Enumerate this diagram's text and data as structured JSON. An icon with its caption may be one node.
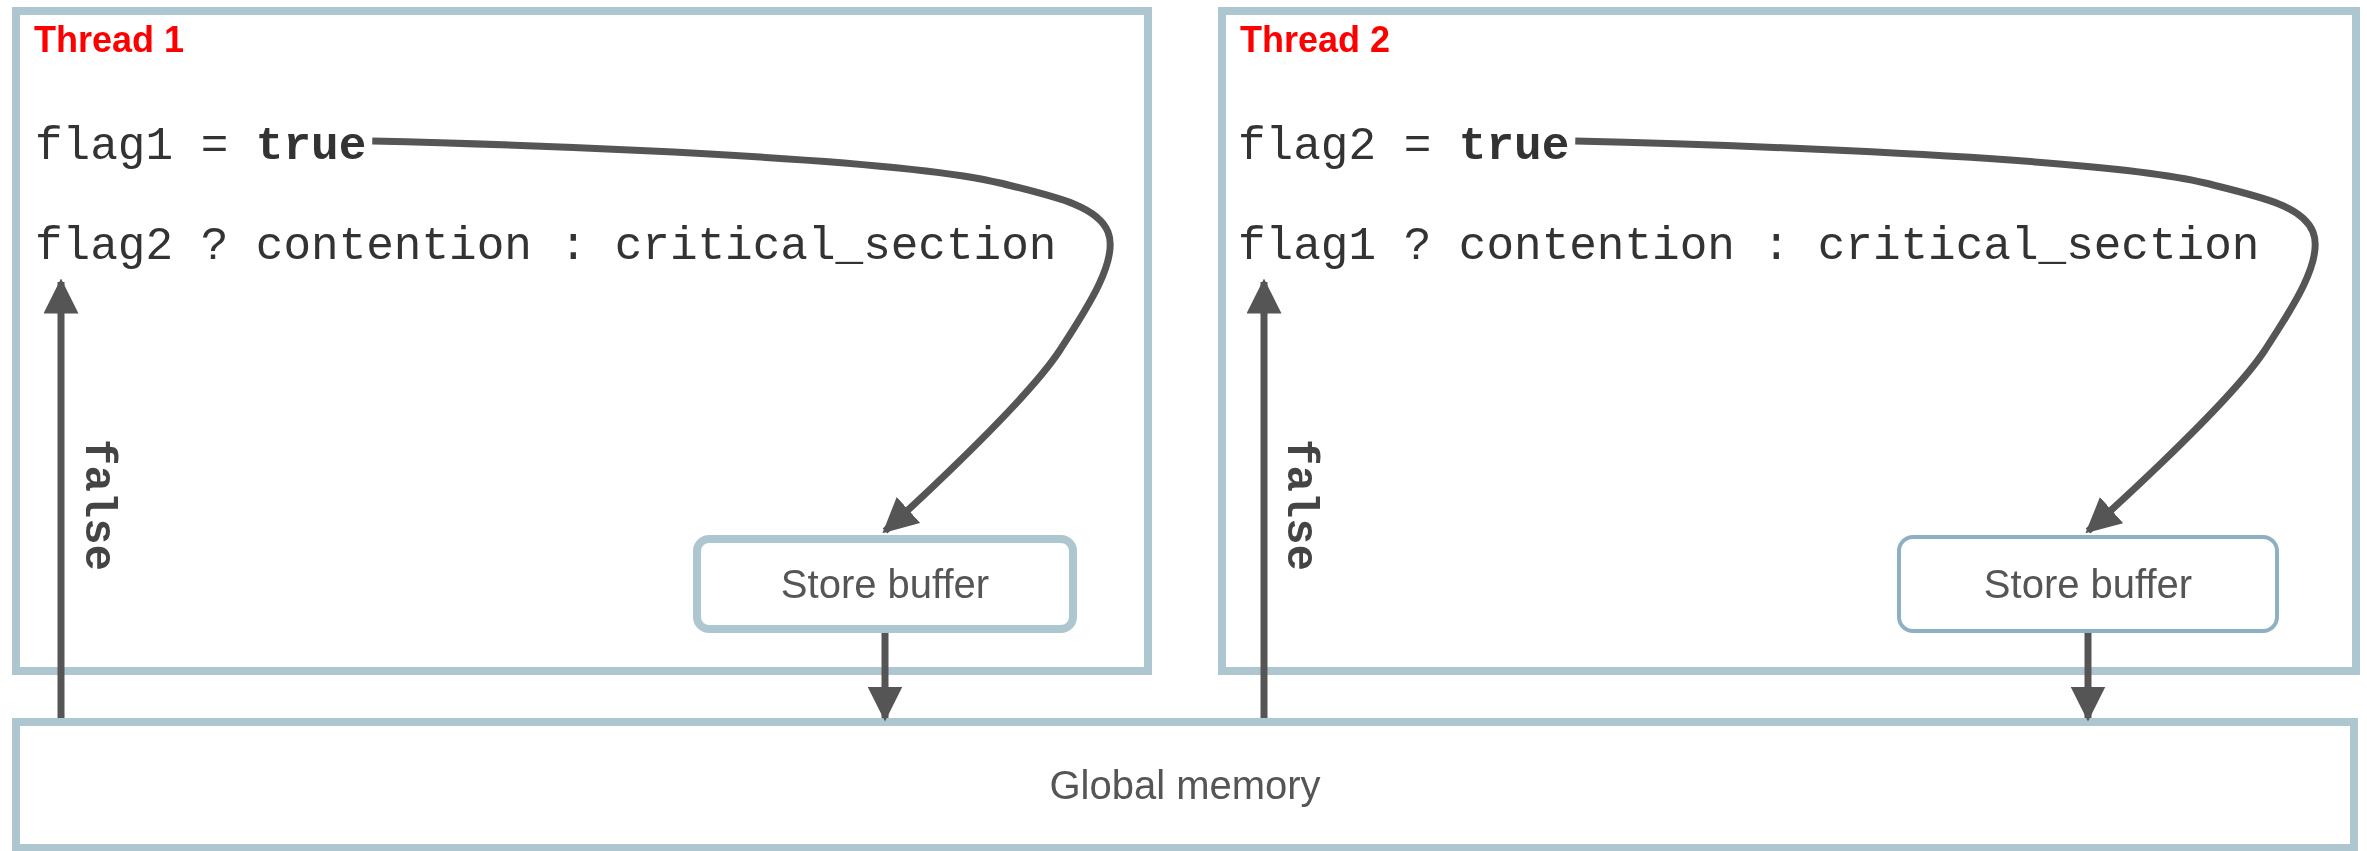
{
  "diagram": {
    "nodes": [
      {
        "text": [
          "Thread 1"
        ]
      },
      {
        "text": [
          "flag1 = **true**"
        ],
        "in": 0
      },
      {
        "text": [
          "flag2 ? contention : critical_section"
        ],
        "in": 0
      },
      {
        "text": [
          "Store buffer"
        ],
        "in": 0
      },
      {
        "text": [
          "Thread 2"
        ]
      },
      {
        "text": [
          "flag2 = **true**"
        ],
        "in": 4
      },
      {
        "text": [
          "flag1 ? contention : critical_section"
        ],
        "in": 4
      },
      {
        "text": [
          "Store buffer"
        ],
        "in": 4
      },
      {
        "text": [
          "Global memory"
        ]
      }
    ],
    "edges": [
      {
        "from": 1,
        "to": 3,
        "arrow": "to"
      },
      {
        "from": 3,
        "to": 8,
        "arrow": "to"
      },
      {
        "from": 8,
        "to": 2,
        "arrow": "to",
        "label": "false"
      },
      {
        "from": 5,
        "to": 7,
        "arrow": "to"
      },
      {
        "from": 7,
        "to": 8,
        "arrow": "to"
      },
      {
        "from": 8,
        "to": 6,
        "arrow": "to",
        "label": "false"
      }
    ]
  }
}
